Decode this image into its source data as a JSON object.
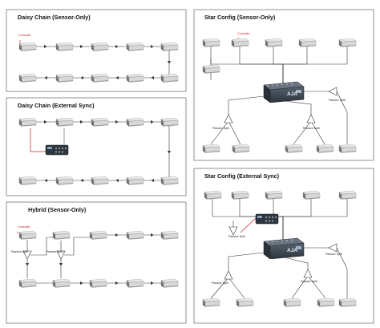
{
  "panels": {
    "daisy_sensor": {
      "title": "Daisy Chain (Sensor-Only)",
      "controller_label": "Controller"
    },
    "daisy_external": {
      "title": "Daisy Chain (External Sync)"
    },
    "hybrid": {
      "title": "Hybrid (Sensor-Only)",
      "controller_label": "Controller",
      "splitter_label": "Passive Split"
    },
    "star_sensor": {
      "title": "Star Config (Sensor-Only)",
      "controller_label": "Controller",
      "splitter_label": "Passive Split",
      "hub_logo": "AJA"
    },
    "star_external": {
      "title": "Star Config (External Sync)",
      "splitter_label": "Passive Split",
      "hub_logo": "AJA"
    }
  },
  "colors": {
    "panel_border": "#777777",
    "connector_line": "#333333",
    "controller_wire": "#d42020",
    "hub_body": "#3a4450",
    "sync_box": "#2e3640"
  },
  "icons": {
    "camera": "camera-sensor-icon",
    "hub": "aja-distribution-amplifier-icon",
    "splitter": "passive-split-triangle-icon",
    "sync_generator": "sync-generator-box-icon"
  }
}
